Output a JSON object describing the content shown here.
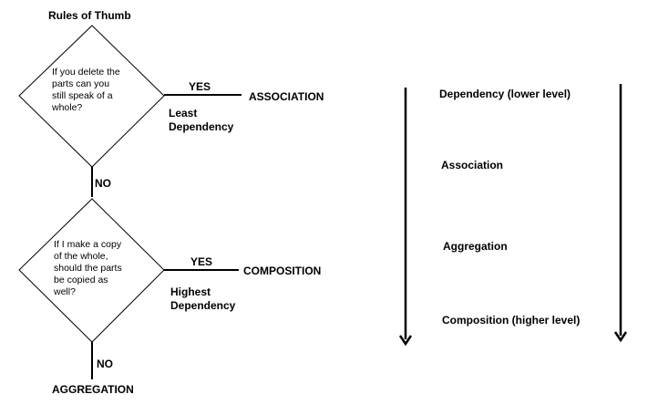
{
  "title": "Rules of Thumb",
  "flow": {
    "q1": {
      "lines": [
        "If you delete the",
        "parts can you",
        "still speak of a",
        "whole?"
      ],
      "yes_label": "YES",
      "yes_result": "ASSOCIATION",
      "yes_note_lines": [
        "Least",
        "Dependency"
      ],
      "no_label": "NO"
    },
    "q2": {
      "lines": [
        "If I make a copy",
        "of the whole,",
        "should the parts",
        "be copied as",
        "well?"
      ],
      "yes_label": "YES",
      "yes_result": "COMPOSITION",
      "yes_note_lines": [
        "Highest",
        "Dependency"
      ],
      "no_label": "NO",
      "no_result": "AGGREGATION"
    }
  },
  "scale": {
    "items": [
      "Dependency (lower level)",
      "Association",
      "Aggregation",
      "Composition (higher level)"
    ]
  },
  "colors": {
    "line": "#000000",
    "background": "#ffffff"
  }
}
